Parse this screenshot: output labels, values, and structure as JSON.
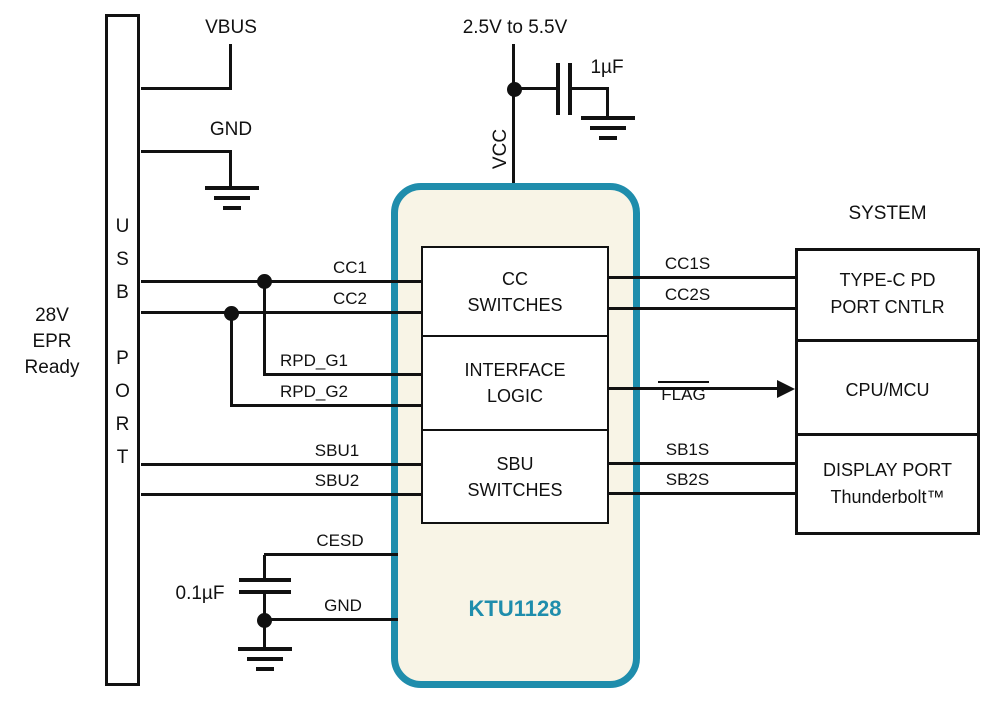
{
  "colors": {
    "chip_border": "#1f8dac",
    "chip_fill": "#f8f4e6",
    "wire": "#111111",
    "background": "#ffffff"
  },
  "usb": {
    "epr": "28V\nEPR\nReady",
    "port_letters": "U\nS\nB\n\nP\nO\nR\nT",
    "vbus": "VBUS",
    "gnd": "GND"
  },
  "supply": {
    "range": "2.5V to 5.5V",
    "vcc": "VCC",
    "cap": "1µF"
  },
  "chip": {
    "name": "KTU1128",
    "block_cc": "CC\nSWITCHES",
    "block_logic": "INTERFACE\nLOGIC",
    "block_sbu": "SBU\nSWITCHES"
  },
  "signals": {
    "cc1": "CC1",
    "cc2": "CC2",
    "rpd_g1": "RPD_G1",
    "rpd_g2": "RPD_G2",
    "sbu1": "SBU1",
    "sbu2": "SBU2",
    "cesd": "CESD",
    "gnd": "GND",
    "cap": "0.1µF",
    "cc1s": "CC1S",
    "cc2s": "CC2S",
    "flag": "FLAG",
    "sb1s": "SB1S",
    "sb2s": "SB2S"
  },
  "system": {
    "title": "SYSTEM",
    "pd": "TYPE-C PD\nPORT CNTLR",
    "cpu": "CPU/MCU",
    "dp": "DISPLAY PORT\nThunderbolt™"
  }
}
